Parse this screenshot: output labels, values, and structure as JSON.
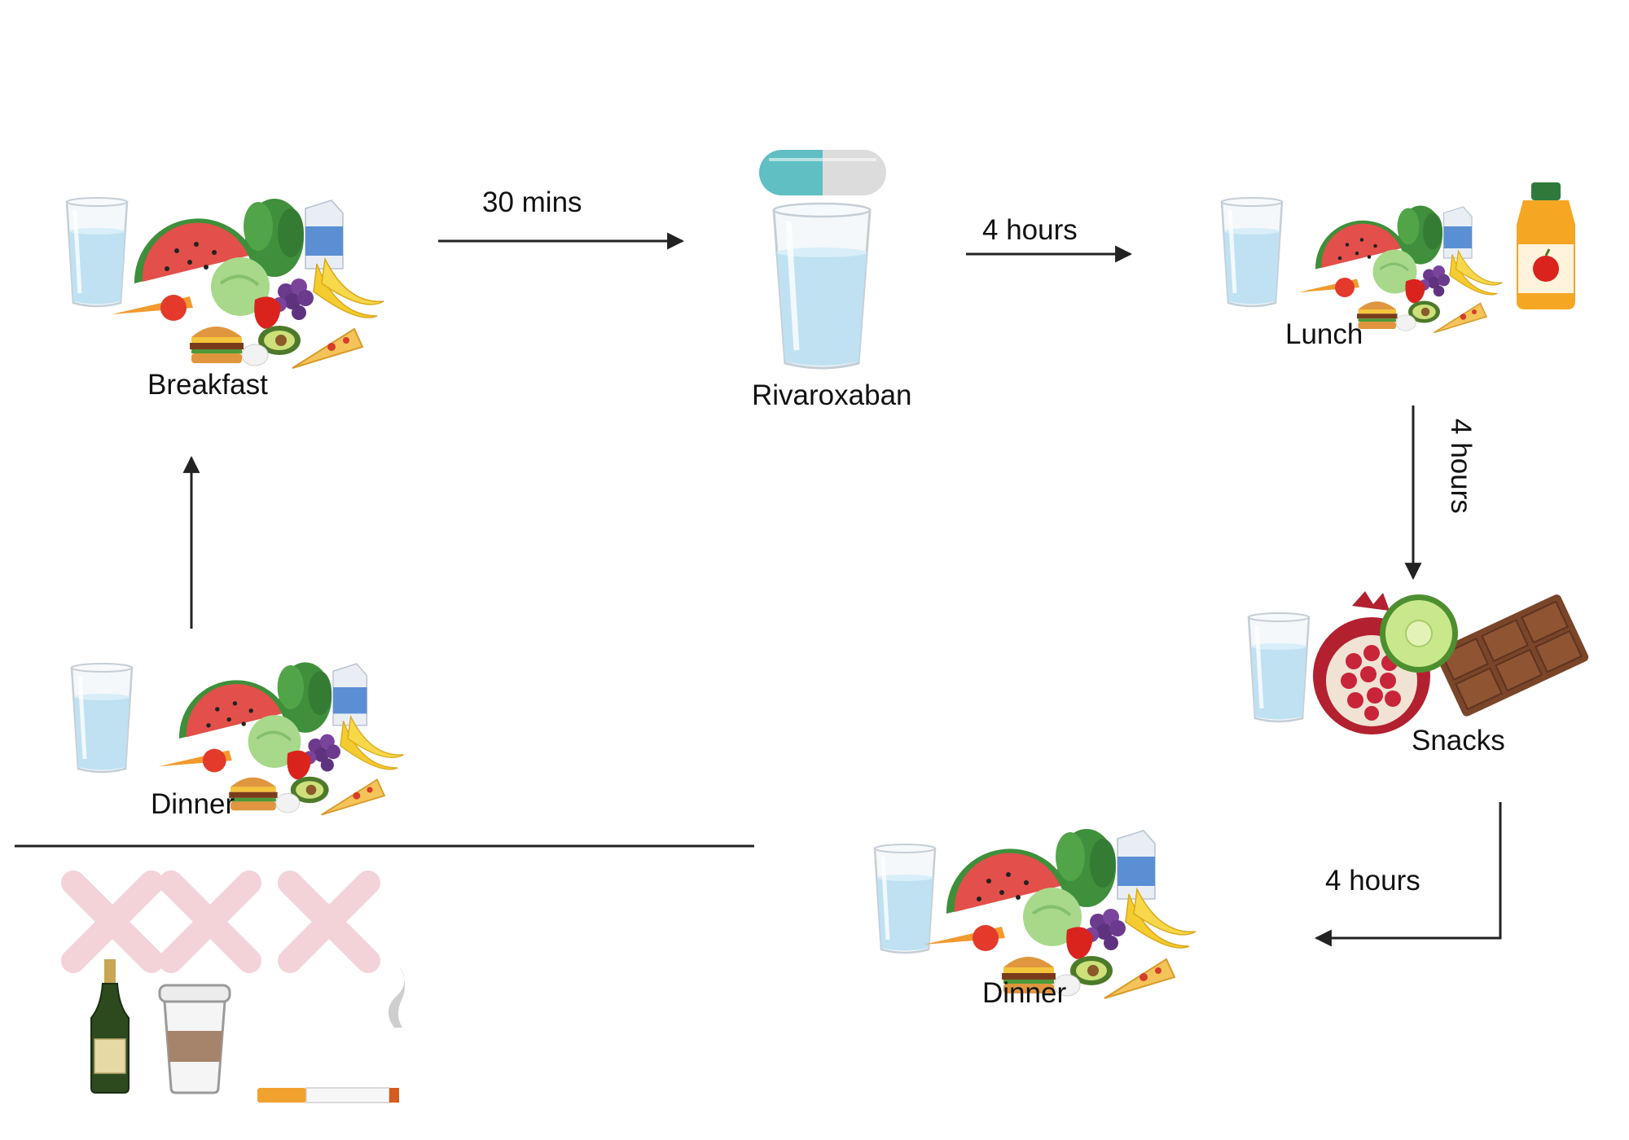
{
  "labels": {
    "breakfast": "Breakfast",
    "rivaroxaban": "Rivaroxaban",
    "lunch": "Lunch",
    "snacks": "Snacks",
    "dinner_top": "Dinner",
    "dinner_bottom": "Dinner"
  },
  "intervals": {
    "breakfast_to_drug": "30 mins",
    "drug_to_lunch": "4 hours",
    "lunch_to_snacks": "4 hours",
    "snacks_to_dinner": "4 hours"
  },
  "avoid": {
    "items": [
      "alcohol-bottle-icon",
      "coffee-cup-icon",
      "cigarette-icon"
    ]
  },
  "colors": {
    "arrow": "#222222",
    "cross": "#f3d3d8",
    "water": "#bfe1f2",
    "capsule_teal": "#5fbfc2",
    "capsule_grey": "#dcdcdc"
  }
}
